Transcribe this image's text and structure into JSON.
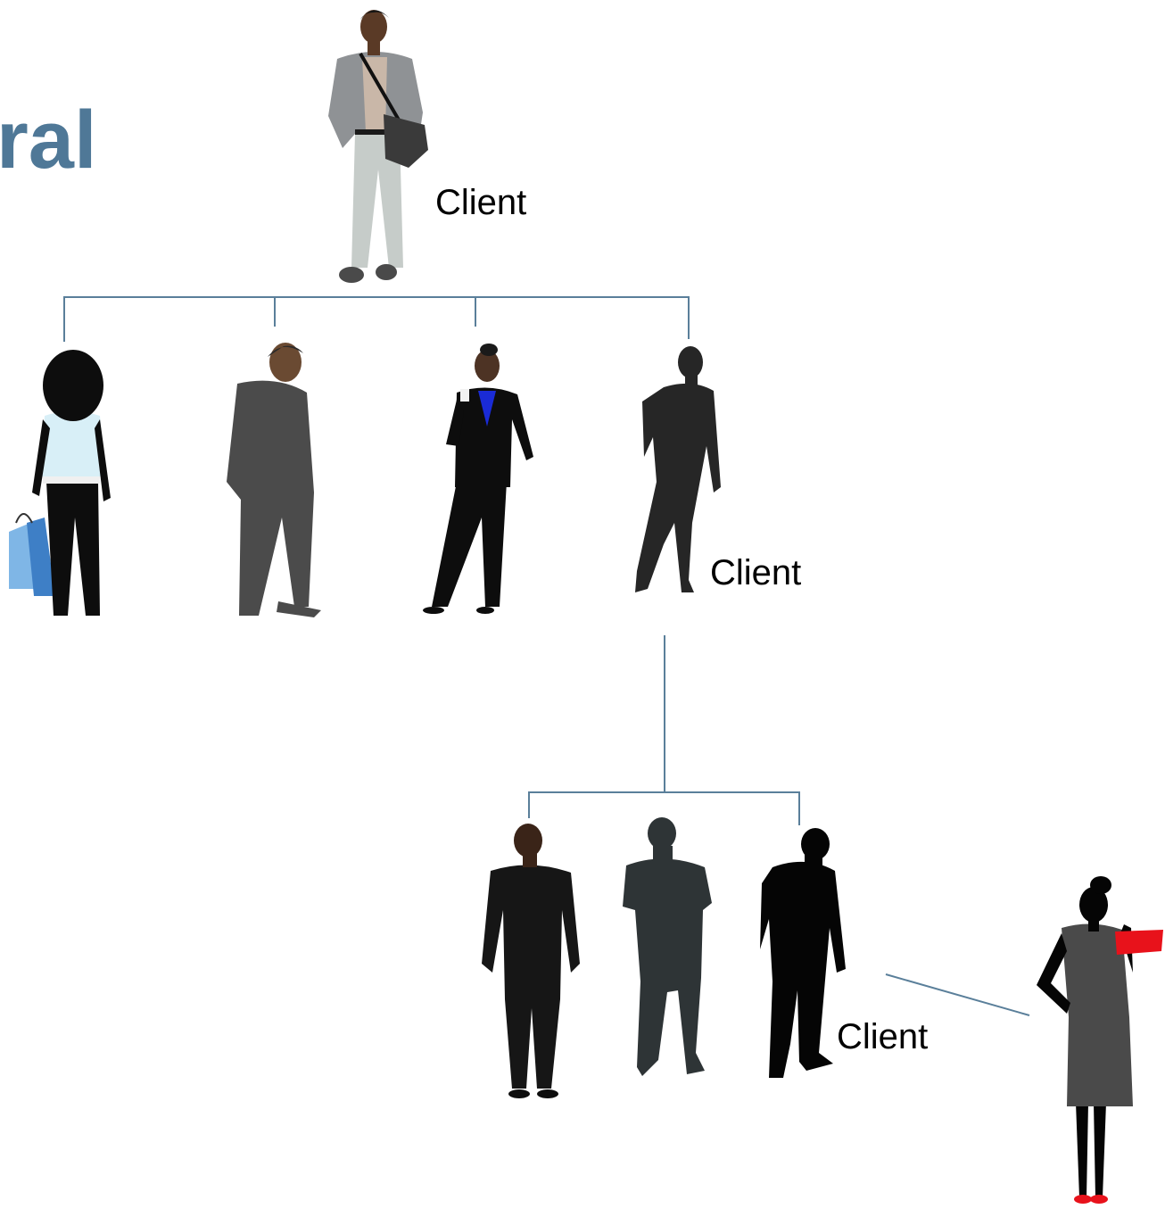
{
  "title": "ral",
  "labels": {
    "top_client": "Client",
    "level2_client": "Client",
    "level3_client": "Client"
  },
  "colors": {
    "title": "#4f7897",
    "connector": "#5a7f9a",
    "clutch_bag": "#e8121b",
    "blouse_blue": "#1a2bd6",
    "shopping_bags": "#5a9ad8"
  },
  "figures": [
    {
      "name": "top-client-man-with-messenger-bag-icon"
    },
    {
      "name": "woman-with-shopping-bags-icon"
    },
    {
      "name": "man-in-grey-silhouette-icon"
    },
    {
      "name": "businesswoman-with-coffee-icon"
    },
    {
      "name": "level2-client-man-silhouette-icon"
    },
    {
      "name": "man-in-black-suit-icon"
    },
    {
      "name": "dark-grey-man-silhouette-icon"
    },
    {
      "name": "level3-client-man-silhouette-icon"
    },
    {
      "name": "woman-with-red-clutch-icon"
    }
  ]
}
